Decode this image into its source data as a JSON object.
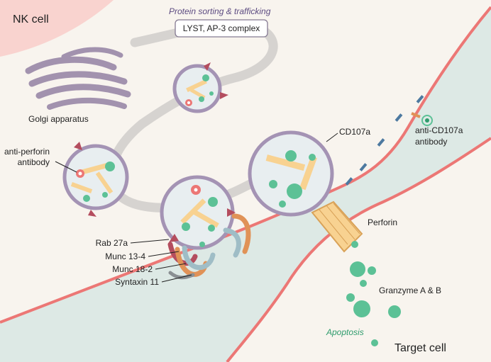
{
  "labels": {
    "nk_cell": "NK cell",
    "target_cell": "Target cell",
    "protein_sorting": "Protein sorting & trafficking",
    "lyst_complex": "LYST, AP-3 complex",
    "golgi": "Golgi apparatus",
    "anti_perforin_line1": "anti-perforin",
    "anti_perforin_line2": "antibody",
    "cd107a": "CD107a",
    "anti_cd107a_line1": "anti-CD107a",
    "anti_cd107a_line2": "antibody",
    "perforin": "Perforin",
    "granzyme": "Granzyme A & B",
    "apoptosis": "Apoptosis",
    "rab27a": "Rab 27a",
    "munc13": "Munc 13-4",
    "munc18": "Munc 18-2",
    "syntaxin": "Syntaxin 11"
  },
  "colors": {
    "nk_cytoplasm": "#f8f4ee",
    "nucleus": "#f9d3cf",
    "target_cytoplasm": "#dde9e5",
    "membrane": "#ec7775",
    "vesicle_membrane": "#a493b4",
    "vesicle_fill": "#e8eef0",
    "marker": "#4d79a0",
    "granzyme": "#5cc196",
    "perforin": "#f8d291",
    "perforin_stroke": "#d9a258",
    "golgi": "#a292ae",
    "trafficking_accent": "#5b4a80",
    "apoptosis_accent": "#2e9b6c",
    "rab27a": "#b44d5e",
    "munc13": "#e09257",
    "munc18": "#9fbdc6",
    "syntaxin": "#8a8f92"
  }
}
